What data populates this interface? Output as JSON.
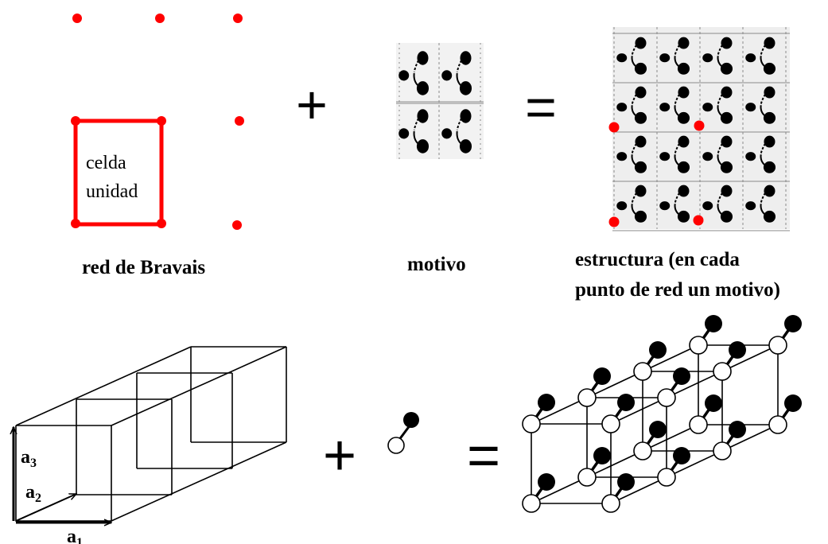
{
  "top_row": {
    "lattice": {
      "cell_label_line1": "celda",
      "cell_label_line2": "unidad",
      "caption": "red de Bravais",
      "point_color": "#ff0000"
    },
    "plus_sign": "+",
    "motif": {
      "caption": "motivo"
    },
    "equals_sign": "=",
    "structure": {
      "caption_line1": "estructura (en cada",
      "caption_line2": "punto de red un motivo)"
    }
  },
  "bottom_row": {
    "lattice": {
      "vectors": [
        {
          "name": "a",
          "subscript": "1"
        },
        {
          "name": "a",
          "subscript": "2"
        },
        {
          "name": "a",
          "subscript": "3"
        }
      ]
    },
    "plus_sign": "+",
    "equals_sign": "="
  }
}
